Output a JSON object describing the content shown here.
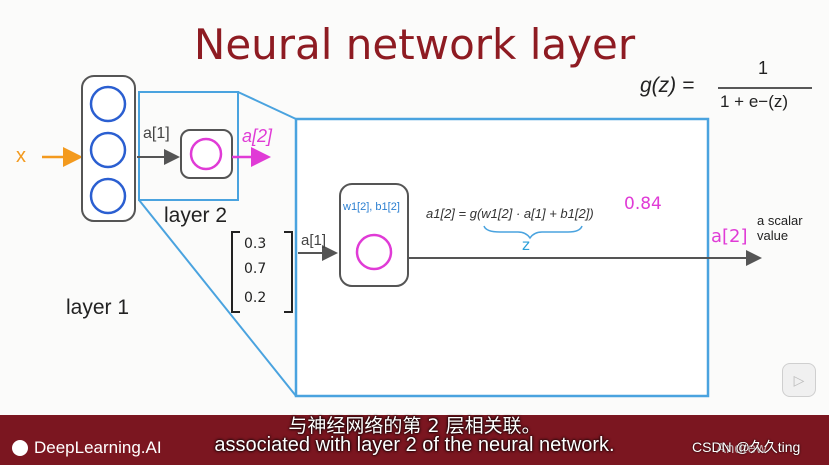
{
  "slide": {
    "title": "Neural network layer",
    "input_label": "x",
    "layer2_input_label": "a[1]",
    "layer2_output_label": "a[2]",
    "layer1_label": "layer 1",
    "layer2_label": "layer 2",
    "formula_g_lhs": "g(z) =",
    "formula_g_num": "1",
    "formula_g_den": "1 + e−(z)",
    "vector_values": [
      "0.3",
      "0.7",
      "0.2"
    ],
    "detail_input_label": "a[1]",
    "detail_neuron_params": "w1[2], b1[2]",
    "detail_equation": "a1[2] = g(w1[2] · a[1] + b1[2])",
    "detail_z_label": "z",
    "detail_value": "0.84",
    "detail_output_label": "a[2]",
    "scalar_note_line1": "a scalar",
    "scalar_note_line2": "value"
  },
  "subtitles": {
    "chinese": "与神经网络的第 2 层相关联。",
    "english": "associated with layer 2 of the neural network."
  },
  "branding": {
    "logo_text": "DeepLearning.AI",
    "watermark": "CSDN @久久ting",
    "presenter": "Andrew"
  },
  "colors": {
    "title": "#8e1b22",
    "blue_box": "#4aa3df",
    "magenta": "#e03bd6",
    "orange": "#f39a1e",
    "neuron_blue": "#2b5fd1",
    "caption_bar": "#7b1620"
  },
  "icons": {
    "play": "play-icon",
    "logo": "deeplearning-logo-icon"
  }
}
